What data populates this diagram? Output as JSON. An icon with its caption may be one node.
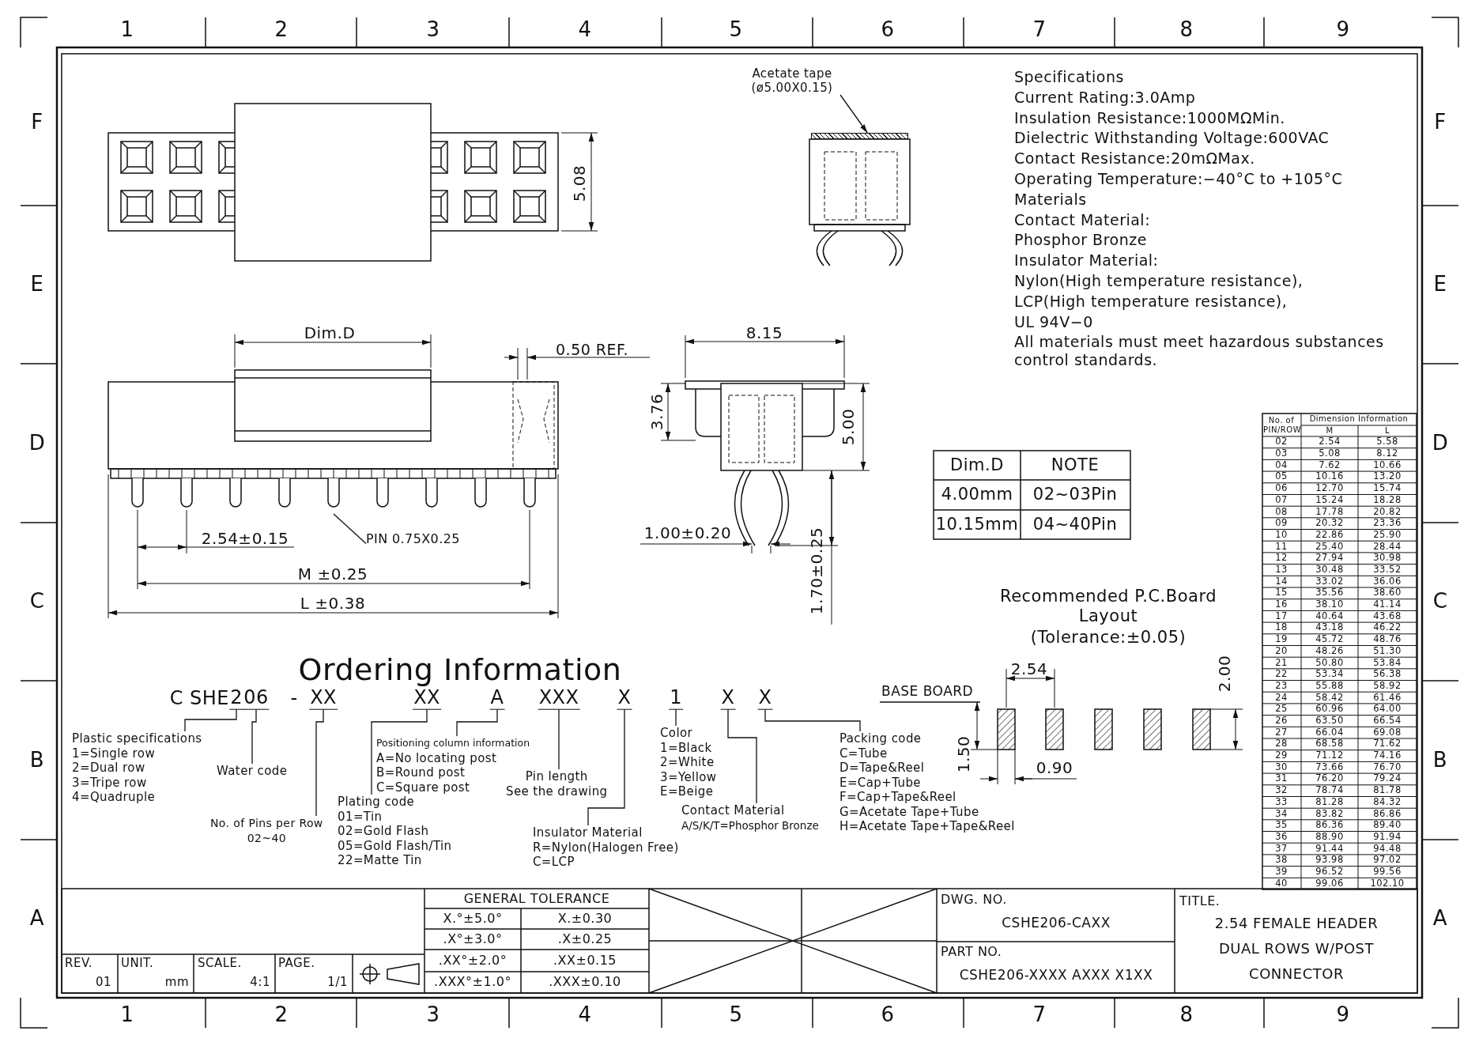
{
  "diagram": {
    "nodes": [
      {
        "text": [
          "Acetate tape (ø5.00X0.15)"
        ]
      },
      {
        "text": [
          "PIN 0.75X0.25"
        ]
      },
      {
        "text": [
          "2"
        ]
      },
      {
        "text": [
          "06"
        ]
      },
      {
        "text": [
          "XX"
        ]
      },
      {
        "text": [
          "XX"
        ]
      },
      {
        "text": [
          "A"
        ]
      },
      {
        "text": [
          "XXX"
        ]
      },
      {
        "text": [
          "X"
        ]
      },
      {
        "text": [
          "1"
        ]
      },
      {
        "text": [
          "X"
        ]
      },
      {
        "text": [
          "X"
        ]
      },
      {
        "text": [
          "Plastic specifications",
          "1=Single row",
          "2=Dual row",
          "3=Tripe row",
          "4=Quadruple"
        ]
      },
      {
        "text": [
          "Water code"
        ]
      },
      {
        "text": [
          "No. of Pins per Row",
          "02~40"
        ]
      },
      {
        "text": [
          "Positioning column information",
          "A=No locating post",
          "B=Round post",
          "C=Square post"
        ]
      },
      {
        "text": [
          "Plating code",
          "01=Tin",
          "02=Gold Flash",
          "05=Gold Flash/Tin",
          "22=Matte Tin"
        ]
      },
      {
        "text": [
          "Pin length",
          "See the drawing"
        ]
      },
      {
        "text": [
          "Insulator Material",
          "R=Nylon(Halogen Free)",
          "C=LCP"
        ]
      },
      {
        "text": [
          "Color",
          "1=Black",
          "2=White",
          "3=Yellow",
          "E=Beige"
        ]
      },
      {
        "text": [
          "Contact Material",
          "A/S/K/T=Phosphor Bronze"
        ]
      },
      {
        "text": [
          "Packing code",
          "C=Tube",
          "D=Tape&Reel",
          "E=Cap+Tube",
          "F=Cap+Tape&Reel",
          "G=Acetate Tape+Tube",
          "H=Acetate Tape+Tape&Reel"
        ]
      },
      {
        "text": [],
        "shape": "bar"
      }
    ],
    "edges": [
      {
        "from": 0,
        "to": 22,
        "arrow": "to"
      },
      {
        "from": 1,
        "to": null,
        "arrow": "none"
      },
      {
        "from": 2,
        "to": 12,
        "arrow": "none"
      },
      {
        "from": 3,
        "to": 13,
        "arrow": "none"
      },
      {
        "from": 4,
        "to": 14,
        "arrow": "none"
      },
      {
        "from": 5,
        "to": 16,
        "arrow": "none"
      },
      {
        "from": 6,
        "to": 15,
        "arrow": "none"
      },
      {
        "from": 7,
        "to": 17,
        "arrow": "none"
      },
      {
        "from": 8,
        "to": 18,
        "arrow": "none"
      },
      {
        "from": 9,
        "to": 19,
        "arrow": "none"
      },
      {
        "from": 10,
        "to": 20,
        "arrow": "none"
      },
      {
        "from": 11,
        "to": 21,
        "arrow": "none"
      }
    ],
    "labels": [
      "1",
      "2",
      "3",
      "4",
      "5",
      "6",
      "7",
      "8",
      "9",
      "F",
      "E",
      "D",
      "C",
      "B",
      "A",
      "F",
      "E",
      "D",
      "C",
      "B",
      "A",
      "1",
      "2",
      "3",
      "4",
      "5",
      "6",
      "7",
      "8",
      "9",
      "5.08",
      "Dim.D",
      "0.50 REF.",
      "8.15",
      "3.76",
      "5.00",
      "2.54±0.15",
      "M ±0.25",
      "L ±0.38",
      "1.00±0.20",
      "1.70±0.25",
      "Ordering Information",
      "C SHE",
      "-",
      "Specifications",
      "Current Rating:3.0Amp",
      "Insulation Resistance:1000MΩMin.",
      "Dielectric Withstanding Voltage:600VAC",
      "Contact Resistance:20mΩMax.",
      "Operating Temperature:−40°C to +105°C",
      "Materials",
      "Contact Material:",
      "Phosphor Bronze",
      "Insulator Material:",
      "Nylon(High temperature resistance),",
      "LCP(High temperature resistance),",
      "UL 94V−0",
      "All materials must meet hazardous substances control standards.",
      "Dim.D",
      "NOTE",
      "4.00mm",
      "02~03Pin",
      "10.15mm",
      "04~40Pin",
      "Recommended P.C.Board Layout",
      "(Tolerance:±0.05)",
      "2.54",
      "2.00",
      "BASE BOARD",
      "1.50",
      "0.90",
      "No. of PIN/ROW",
      "Dimension Information",
      "M",
      "L",
      "02",
      "2.54",
      "5.58",
      "03",
      "5.08",
      "8.12",
      "04",
      "7.62",
      "10.66",
      "05",
      "10.16",
      "13.20",
      "06",
      "12.70",
      "15.74",
      "07",
      "15.24",
      "18.28",
      "08",
      "17.78",
      "20.82",
      "09",
      "20.32",
      "23.36",
      "10",
      "22.86",
      "25.90",
      "11",
      "25.40",
      "28.44",
      "12",
      "27.94",
      "30.98",
      "13",
      "30.48",
      "33.52",
      "14",
      "33.02",
      "36.06",
      "15",
      "35.56",
      "38.60",
      "16",
      "38.10",
      "41.14",
      "17",
      "40.64",
      "43.68",
      "18",
      "43.18",
      "46.22",
      "19",
      "45.72",
      "48.76",
      "20",
      "48.26",
      "51.30",
      "21",
      "50.80",
      "53.84",
      "22",
      "53.34",
      "56.38",
      "23",
      "55.88",
      "58.92",
      "24",
      "58.42",
      "61.46",
      "25",
      "60.96",
      "64.00",
      "26",
      "63.50",
      "66.54",
      "27",
      "66.04",
      "69.08",
      "28",
      "68.58",
      "71.62",
      "29",
      "71.12",
      "74.16",
      "30",
      "73.66",
      "76.70",
      "31",
      "76.20",
      "79.24",
      "32",
      "78.74",
      "81.78",
      "33",
      "81.28",
      "84.32",
      "34",
      "83.82",
      "86.86",
      "35",
      "86.36",
      "89.40",
      "36",
      "88.90",
      "91.94",
      "37",
      "91.44",
      "94.48",
      "38",
      "93.98",
      "97.02",
      "39",
      "96.52",
      "99.56",
      "40",
      "99.06",
      "102.10",
      "GENERAL TOLERANCE",
      "X.°±5.0°",
      "X.±0.30",
      ".X°±3.0°",
      ".X±0.25",
      ".XX°±2.0°",
      ".XX±0.15",
      ".XXX°±1.0°",
      ".XXX±0.10",
      "REV.",
      "01",
      "UNIT.",
      "mm",
      "SCALE.",
      "4:1",
      "PAGE.",
      "1/1",
      "DWG. NO.",
      "CSHE206-CAXX",
      "PART NO.",
      "CSHE206-XXXX AXXX X1XX",
      "TITLE.",
      "2.54 FEMALE HEADER DUAL ROWS W/POST CONNECTOR"
    ]
  }
}
